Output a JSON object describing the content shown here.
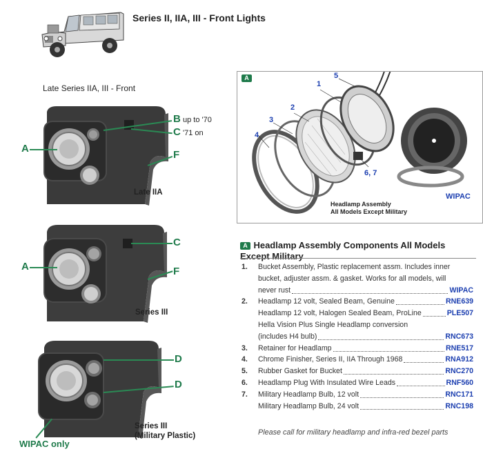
{
  "header": {
    "title": "Series II, IIA, III - Front Lights"
  },
  "left_section": {
    "title": "Late Series IIA, III - Front",
    "panels": [
      {
        "caption": "Late IIA",
        "callouts": [
          {
            "letter": "A",
            "note": ""
          },
          {
            "letter": "B",
            "note": "up to '70"
          },
          {
            "letter": "C",
            "note": "'71 on"
          },
          {
            "letter": "F",
            "note": ""
          }
        ]
      },
      {
        "caption": "Series III",
        "callouts": [
          {
            "letter": "A",
            "note": ""
          },
          {
            "letter": "C",
            "note": ""
          },
          {
            "letter": "F",
            "note": ""
          }
        ]
      },
      {
        "caption_line1": "Series III",
        "caption_line2": "(Military Plastic)",
        "callouts": [
          {
            "letter": "D",
            "note": ""
          },
          {
            "letter": "D",
            "note": ""
          }
        ],
        "wipac_only": "WIPAC only"
      }
    ]
  },
  "diagram": {
    "badge": "A",
    "numbers": [
      "1",
      "2",
      "3",
      "4",
      "5",
      "6, 7"
    ],
    "caption_line1": "Headlamp Assembly",
    "caption_line2": "All Models Except Military",
    "wipac": "WIPAC"
  },
  "parts_list": {
    "badge": "A",
    "title_line1": "Headlamp Assembly Components All Models",
    "title_line2": "Except Military",
    "rows": [
      {
        "idx": "1.",
        "text": "Bucket Assembly, Plastic replacement assm. Includes inner",
        "code": ""
      },
      {
        "idx": "",
        "text": "bucket, adjuster assm. & gasket. Works for all models, will",
        "code": ""
      },
      {
        "idx": "",
        "text": "never rust",
        "code": "WIPAC"
      },
      {
        "idx": "2.",
        "text": "Headlamp 12 volt, Sealed Beam, Genuine",
        "code": "RNE639"
      },
      {
        "idx": "",
        "text": "Headlamp 12 volt, Halogen Sealed Beam, ProLine",
        "code": "PLE507"
      },
      {
        "idx": "",
        "text": "Hella Vision Plus Single Headlamp conversion",
        "code": ""
      },
      {
        "idx": "",
        "text": "(includes H4 bulb)",
        "code": "RNC673"
      },
      {
        "idx": "3.",
        "text": "Retainer for Headlamp",
        "code": "RNE517"
      },
      {
        "idx": "4.",
        "text": "Chrome Finisher, Series II, IIA Through 1968",
        "code": "RNA912"
      },
      {
        "idx": "5.",
        "text": "Rubber Gasket for Bucket",
        "code": "RNC270"
      },
      {
        "idx": "6.",
        "text": "Headlamp Plug With Insulated Wire Leads",
        "code": "RNF560"
      },
      {
        "idx": "7.",
        "text": "Military Headlamp Bulb, 12 volt",
        "code": "RNC171"
      },
      {
        "idx": "",
        "text": "Military Headlamp Bulb, 24 volt",
        "code": "RNC198"
      }
    ],
    "footnote": "Please call for military headlamp and infra-red bezel parts"
  }
}
